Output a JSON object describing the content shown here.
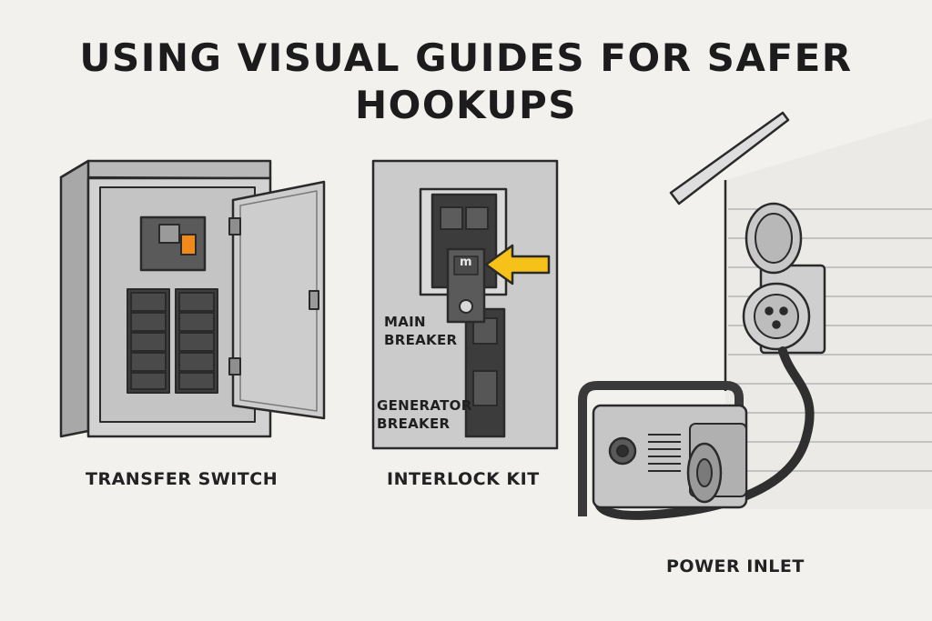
{
  "title": {
    "line1": "USING VISUAL GUIDES FOR SAFER",
    "line2": "HOOKUPS"
  },
  "panels": {
    "transfer_switch": {
      "caption": "TRANSFER SWITCH"
    },
    "interlock_kit": {
      "caption": "INTERLOCK KIT",
      "main_breaker_line1": "MAIN",
      "main_breaker_line2": "BREAKER",
      "generator_breaker_line1": "GENERATOR",
      "generator_breaker_line2": "BREAKER",
      "handle_mark": "m"
    },
    "power_inlet": {
      "caption": "POWER INLET"
    }
  },
  "colors": {
    "background": "#f3f1ee",
    "outline": "#2a2a2a",
    "panel_gray": "#c9c9c9",
    "breaker_dark": "#4a4a4a",
    "accent_orange": "#f08a1c",
    "arrow_yellow": "#f6c21a"
  }
}
